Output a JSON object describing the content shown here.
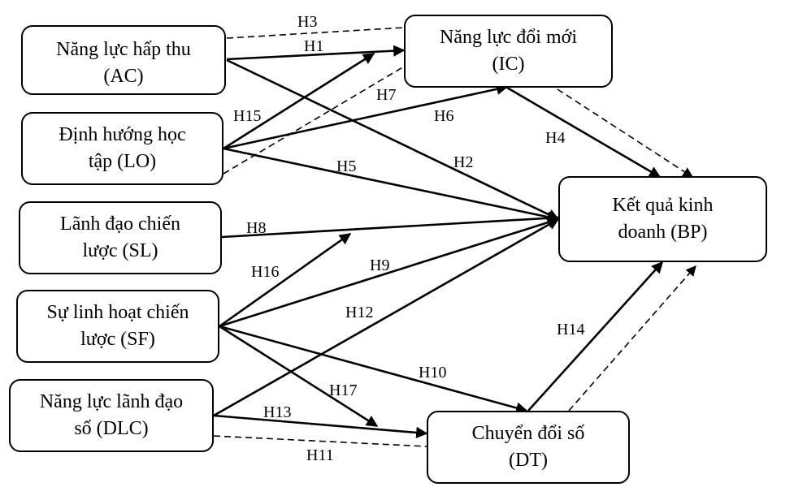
{
  "diagram": {
    "type": "research-model",
    "nodes": {
      "ac": {
        "line1": "Năng lực hấp thu",
        "line2": "(AC)"
      },
      "lo": {
        "line1": "Định hướng học",
        "line2": "tập (LO)"
      },
      "sl": {
        "line1": "Lãnh đạo chiến",
        "line2": "lược (SL)"
      },
      "sf": {
        "line1": "Sự linh hoạt chiến",
        "line2": "lược (SF)"
      },
      "dlc": {
        "line1": "Năng lực lãnh đạo",
        "line2": "số (DLC)"
      },
      "ic": {
        "line1": "Năng lực đổi mới",
        "line2": "(IC)"
      },
      "bp": {
        "line1": "Kết quả kinh",
        "line2": "doanh (BP)"
      },
      "dt": {
        "line1": "Chuyển đổi số",
        "line2": "(DT)"
      }
    },
    "hypotheses": [
      {
        "id": "H1",
        "from": "AC",
        "to": "IC",
        "style": "solid"
      },
      {
        "id": "H2",
        "from": "AC",
        "to": "BP",
        "style": "solid"
      },
      {
        "id": "H3",
        "from": "AC",
        "to": "BP",
        "style": "dashed",
        "via": "IC"
      },
      {
        "id": "H4",
        "from": "IC",
        "to": "BP",
        "style": "solid"
      },
      {
        "id": "H5",
        "from": "LO",
        "to": "BP",
        "style": "solid"
      },
      {
        "id": "H6",
        "from": "LO",
        "to": "IC",
        "style": "solid"
      },
      {
        "id": "H7",
        "from": "LO",
        "to": "BP",
        "style": "dashed",
        "via": "IC"
      },
      {
        "id": "H8",
        "from": "SL",
        "to": "BP",
        "style": "solid"
      },
      {
        "id": "H9",
        "from": "SF",
        "to": "BP",
        "style": "solid"
      },
      {
        "id": "H10",
        "from": "SF",
        "to": "DT",
        "style": "solid"
      },
      {
        "id": "H11",
        "from": "DLC",
        "to": "BP",
        "style": "dashed",
        "via": "DT"
      },
      {
        "id": "H12",
        "from": "DLC",
        "to": "BP",
        "style": "solid"
      },
      {
        "id": "H13",
        "from": "DLC",
        "to": "DT",
        "style": "solid"
      },
      {
        "id": "H14",
        "from": "DT",
        "to": "BP",
        "style": "solid"
      },
      {
        "id": "H15",
        "from": "LO",
        "to": "H1 path",
        "style": "solid",
        "moderation": true
      },
      {
        "id": "H16",
        "from": "SF",
        "to": "H8 path",
        "style": "solid",
        "moderation": true
      },
      {
        "id": "H17",
        "from": "SF",
        "to": "H13 path",
        "style": "solid",
        "moderation": true
      }
    ]
  }
}
